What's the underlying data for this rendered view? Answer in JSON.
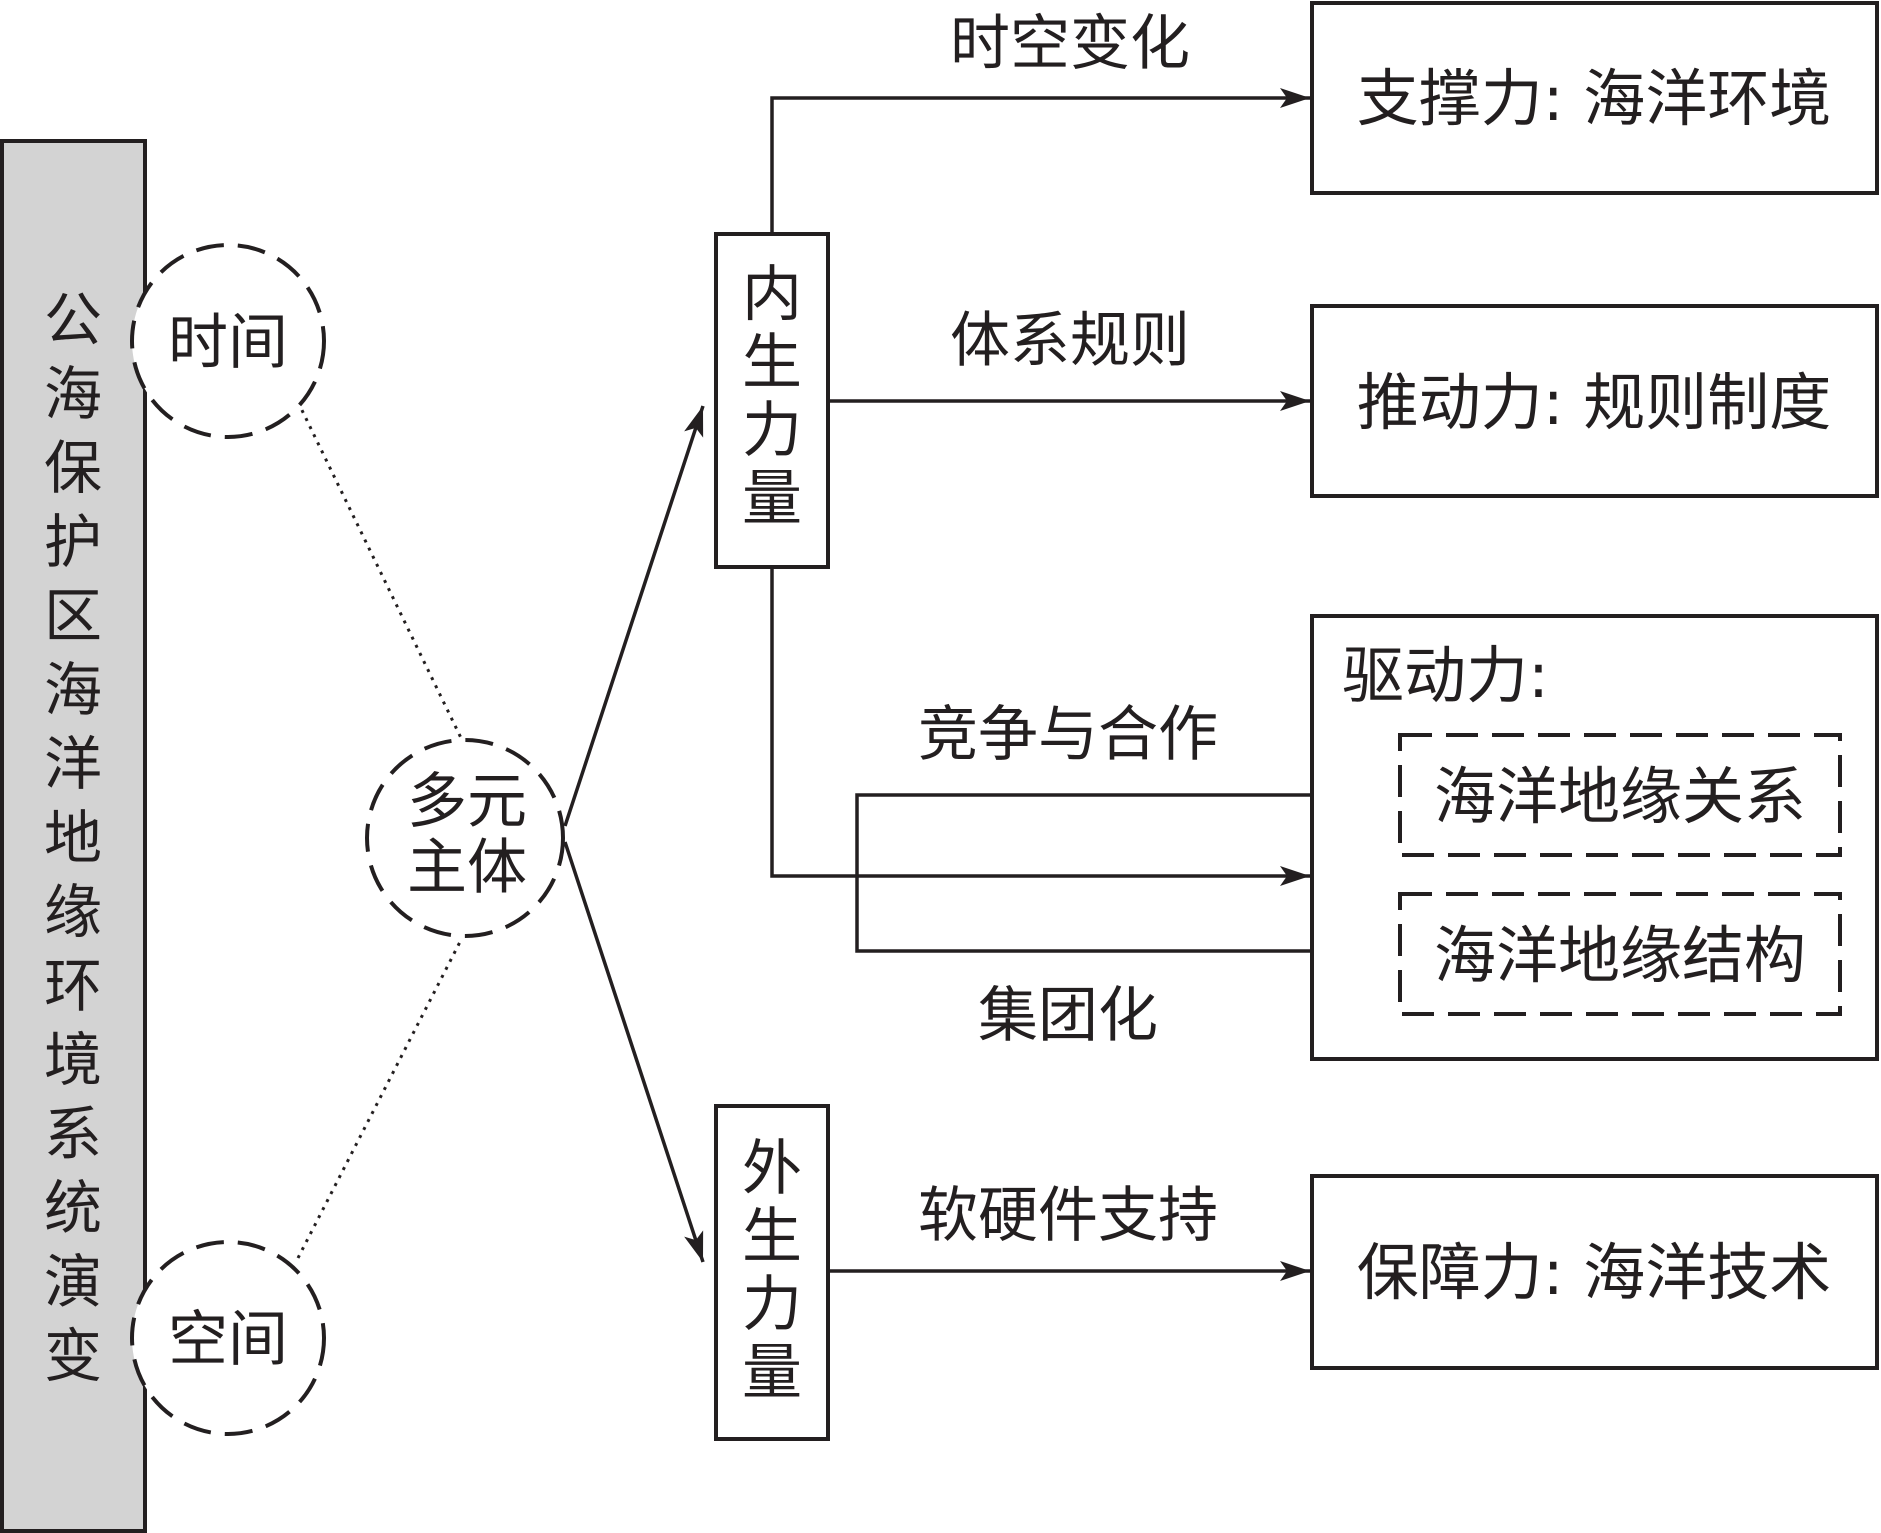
{
  "colors": {
    "ink": "#231f20",
    "bar_fill": "#d3d3d3",
    "background": "#ffffff"
  },
  "left_bar": {
    "title_chars": [
      "公",
      "海",
      "保",
      "护",
      "区",
      "海",
      "洋",
      "地",
      "缘",
      "环",
      "境",
      "系",
      "统",
      "演",
      "变"
    ]
  },
  "dimension_nodes": {
    "time": "时间",
    "space": "空间"
  },
  "actor_node": {
    "line1": "多元",
    "line2": "主体"
  },
  "forces": {
    "endogenous_chars": [
      "内",
      "生",
      "力",
      "量"
    ],
    "exogenous_chars": [
      "外",
      "生",
      "力",
      "量"
    ]
  },
  "edge_labels": {
    "spatiotemporal": "时空变化",
    "system_rules": "体系规则",
    "competition": "竞争与合作",
    "grouping": "集团化",
    "hard_soft": "软硬件支持"
  },
  "result_boxes": {
    "support": "支撑力: 海洋环境",
    "push": "推动力: 规则制度",
    "drive_title": "驱动力:",
    "drive_relation": "海洋地缘关系",
    "drive_structure": "海洋地缘结构",
    "guarantee": "保障力: 海洋技术"
  }
}
